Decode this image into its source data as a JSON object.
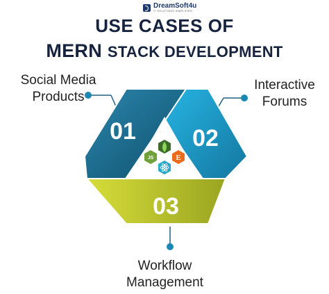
{
  "brand": {
    "name": "DreamSoft4u",
    "tagline": "IT SOLUTIONS SIMPLIFIED"
  },
  "title": {
    "line1": "USE CASES OF",
    "line2_big": "MERN",
    "line2_small": "STACK DEVELOPMENT"
  },
  "segments": [
    {
      "number": "01",
      "label_line1": "Social Media",
      "label_line2": "Products",
      "color": "#1f6f93"
    },
    {
      "number": "02",
      "label_line1": "Interactive",
      "label_line2": "Forums",
      "color": "#1b97c7"
    },
    {
      "number": "03",
      "label_line1": "Workflow",
      "label_line2": "Management",
      "color": "#b9c42a"
    }
  ],
  "icons": [
    {
      "name": "mongodb-leaf-icon",
      "color": "#3a7d2c"
    },
    {
      "name": "nodejs-icon",
      "color": "#6fa13a"
    },
    {
      "name": "express-e-icon",
      "color": "#e86a1a"
    },
    {
      "name": "react-atom-icon",
      "color": "#2aa7c9"
    }
  ]
}
